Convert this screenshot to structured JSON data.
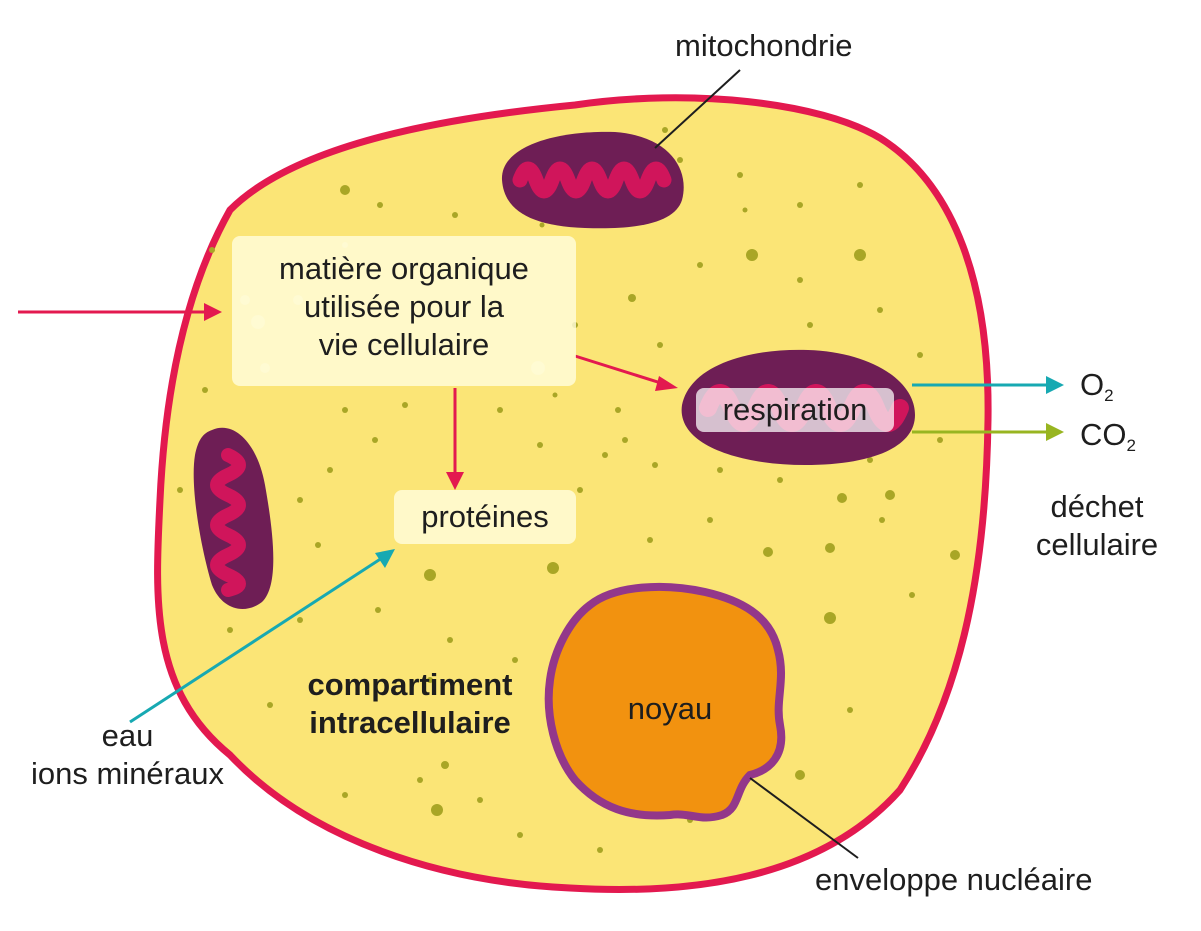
{
  "colors": {
    "cytoplasm": "#fbe576",
    "membrane": "#e3194f",
    "mito_outer": "#6e1e55",
    "mito_cristae": "#d0155b",
    "nucleus_fill": "#f2920f",
    "nucleus_envelope": "#93378a",
    "granule": "#a9a626",
    "arrow_red": "#e3194f",
    "arrow_teal": "#17a9b2",
    "arrow_green": "#98b521",
    "text": "#1e1e1e"
  },
  "labels": {
    "mitochondrie": "mitochondrie",
    "matiere": [
      "matière organique",
      "utilisée pour la",
      "vie cellulaire"
    ],
    "respiration": "respiration",
    "proteines": "protéines",
    "o2": {
      "base": "O",
      "sub": "2"
    },
    "co2": {
      "base": "CO",
      "sub": "2"
    },
    "dechet": [
      "déchet",
      "cellulaire"
    ],
    "eau": [
      "eau",
      "ions minéraux"
    ],
    "compartiment": [
      "compartiment",
      "intracellulaire"
    ],
    "noyau": "noyau",
    "enveloppe": "enveloppe nucléaire"
  }
}
